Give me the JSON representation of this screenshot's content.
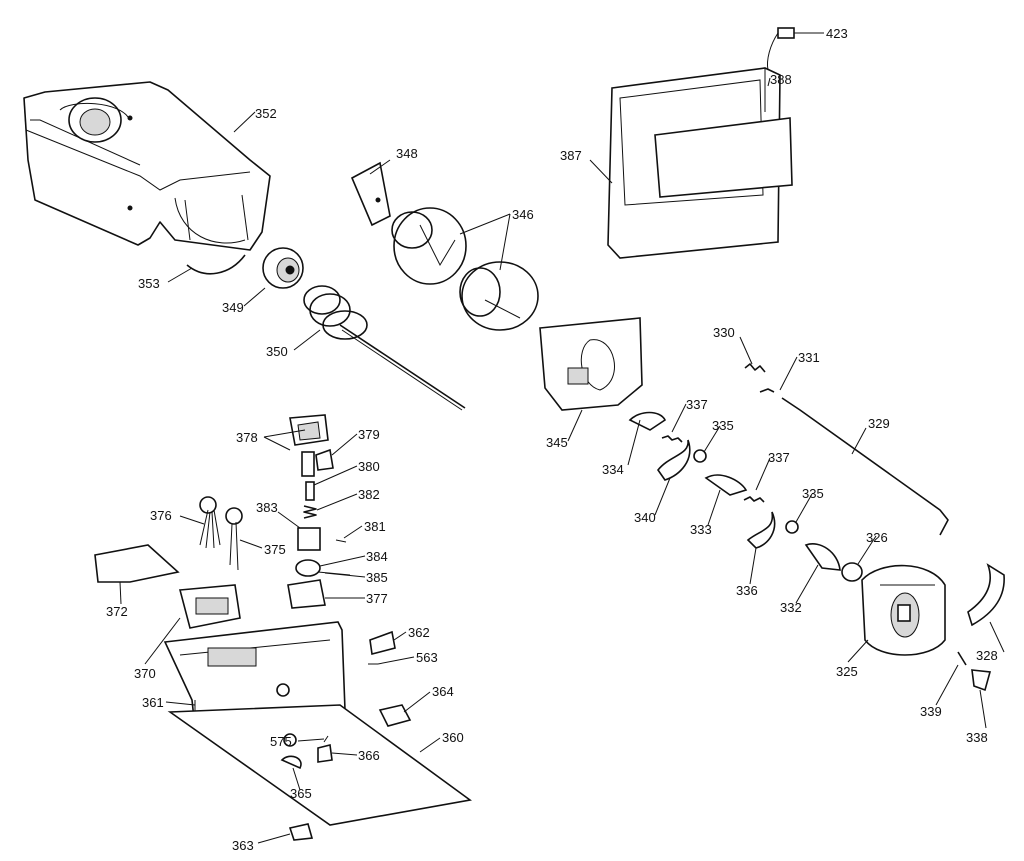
{
  "labels": {
    "p423": "423",
    "p388": "388",
    "p387": "387",
    "p352": "352",
    "p348": "348",
    "p346": "346",
    "p353": "353",
    "p349": "349",
    "p350": "350",
    "p345": "345",
    "p330": "330",
    "p331": "331",
    "p329": "329",
    "p378": "378",
    "p379": "379",
    "p380": "380",
    "p382": "382",
    "p383": "383",
    "p381": "381",
    "p376": "376",
    "p375": "375",
    "p384": "384",
    "p385": "385",
    "p377": "377",
    "p337a": "337",
    "p335a": "335",
    "p334": "334",
    "p340": "340",
    "p333": "333",
    "p337b": "337",
    "p335b": "335",
    "p336": "336",
    "p332": "332",
    "p326": "326",
    "p372": "372",
    "p370": "370",
    "p362": "362",
    "p563": "563",
    "p361": "361",
    "p364": "364",
    "p575": "575",
    "p366": "366",
    "p360": "360",
    "p365": "365",
    "p363": "363",
    "p325": "325",
    "p328": "328",
    "p339": "339",
    "p338": "338"
  }
}
